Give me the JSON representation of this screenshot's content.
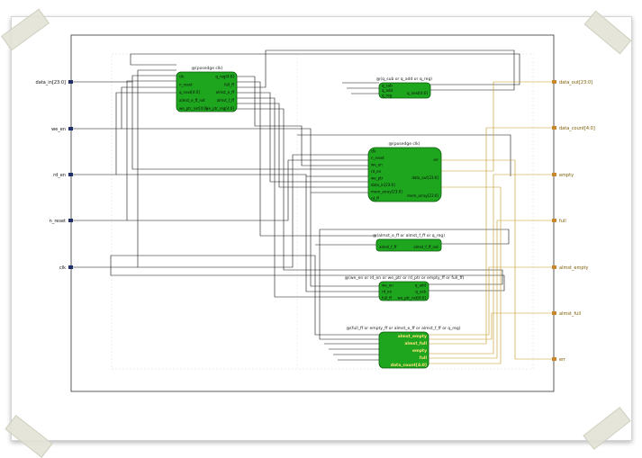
{
  "inputs": [
    "data_in[23:0]",
    "we_en",
    "rd_en",
    "n_reset",
    "clk"
  ],
  "outputs": [
    "data_out[23:0]",
    "data_count[4:0]",
    "empty",
    "full",
    "almst_empty",
    "almst_full",
    "err"
  ],
  "blocks": [
    {
      "title": "@(posedge clk)",
      "in_pins": [
        "clk",
        "n_reset",
        "q_next[4:0]",
        "almst_e_ff_nxt",
        "we_ptr_nxt[4:0]"
      ],
      "out_pins": [
        "q_reg[4:0]",
        "full_ff",
        "almst_e_ff",
        "almst_f_ff",
        "we_ptr_reg[4:0]"
      ]
    },
    {
      "title": "@(q_sub or q_add or q_reg)",
      "in_pins": [
        "q_sub",
        "q_add",
        "q_reg"
      ],
      "out_pins": [
        "q_next[4:0]"
      ]
    },
    {
      "title": "@(posedge clk)",
      "in_pins": [
        "clk",
        "n_reset",
        "we_en",
        "rd_en",
        "we_ptr",
        "data_in[23:0]",
        "mem_array[23:0]",
        "rd_ff"
      ],
      "out_pins": [
        "err",
        "data_out[23:0]",
        "mem_array[23:0]"
      ]
    },
    {
      "title": "@(almst_e_ff or almst_f_ff or q_reg)",
      "in_pins": [
        "almst_f_ff"
      ],
      "out_pins": [
        "almst_f_ff_nxt"
      ]
    },
    {
      "title": "@(we_en or rd_en or we_ptr or rd_ptr or empty_ff or full_ff)",
      "in_pins": [
        "we_en",
        "rd_en",
        "full_ff"
      ],
      "out_pins": [
        "q_add",
        "q_sub",
        "we_ptr_nxt[4:0]"
      ]
    },
    {
      "title": "@(full_ff or empty_ff or almst_e_ff or almst_f_ff or q_reg)",
      "in_pins": [],
      "out_pins": [
        "almst_empty",
        "almst_full",
        "empty",
        "full",
        "data_count[4:0]"
      ]
    }
  ],
  "colors": {
    "block_fill": "#1fa61f",
    "block_border": "#0b5a0b",
    "wire": "#111111",
    "output_wire": "#c29a20",
    "port_in": "#1f2f6a",
    "port_out": "#c8862a"
  }
}
